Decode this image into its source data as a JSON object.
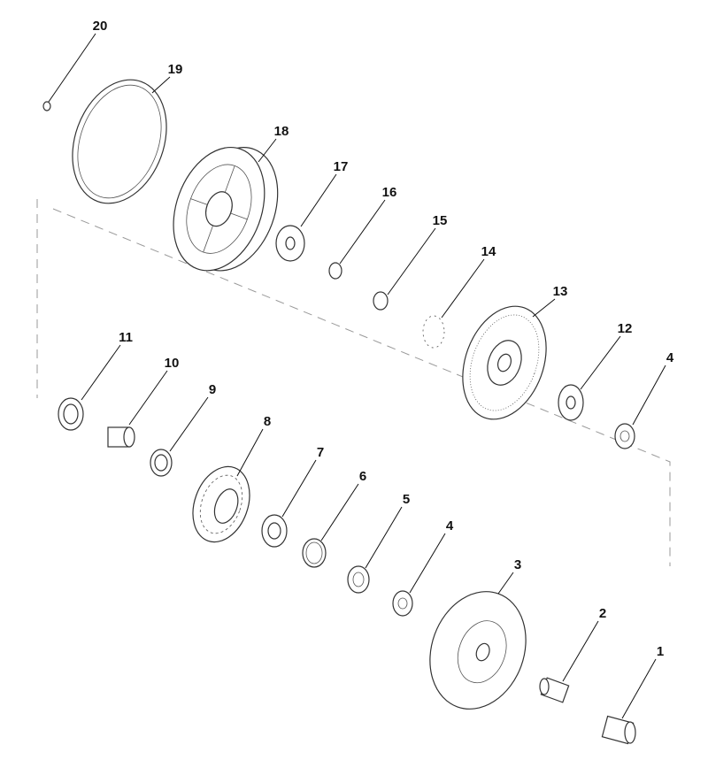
{
  "diagram": {
    "title": "Exploded parts view",
    "callouts": [
      "1",
      "2",
      "3",
      "4",
      "5",
      "6",
      "7",
      "8",
      "9",
      "10",
      "11",
      "12",
      "13",
      "14",
      "15",
      "16",
      "17",
      "18",
      "19",
      "20",
      "4"
    ]
  }
}
